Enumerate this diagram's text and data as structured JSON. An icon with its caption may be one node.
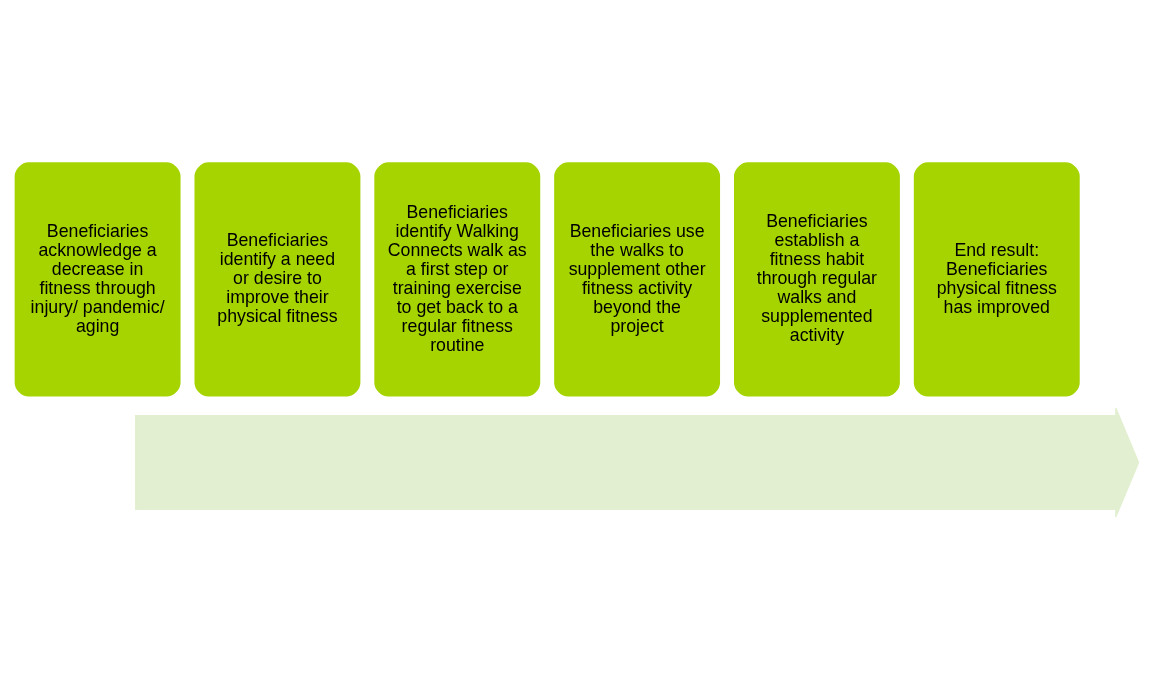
{
  "diagram": {
    "nodes": [
      {
        "text": [],
        "shape": "arrow"
      },
      {
        "text": [
          "Beneficiaries acknowledge a decrease in fitness through injury/ pandemic/ aging"
        ]
      },
      {
        "text": [
          "Beneficiaries identify a need or desire to improve their physical fitness"
        ]
      },
      {
        "text": [
          "Beneficiaries identify Walking Connects walk as a first step or training exercise to get back to a regular fitness routine"
        ]
      },
      {
        "text": [
          "Beneficiaries use the walks to supplement other fitness activity beyond the project"
        ]
      },
      {
        "text": [
          "Beneficiaries establish a fitness habit through regular walks and supplemented activity"
        ]
      },
      {
        "text": [
          "End result: Beneficiaries physical fitness has improved"
        ]
      }
    ],
    "edges": []
  }
}
